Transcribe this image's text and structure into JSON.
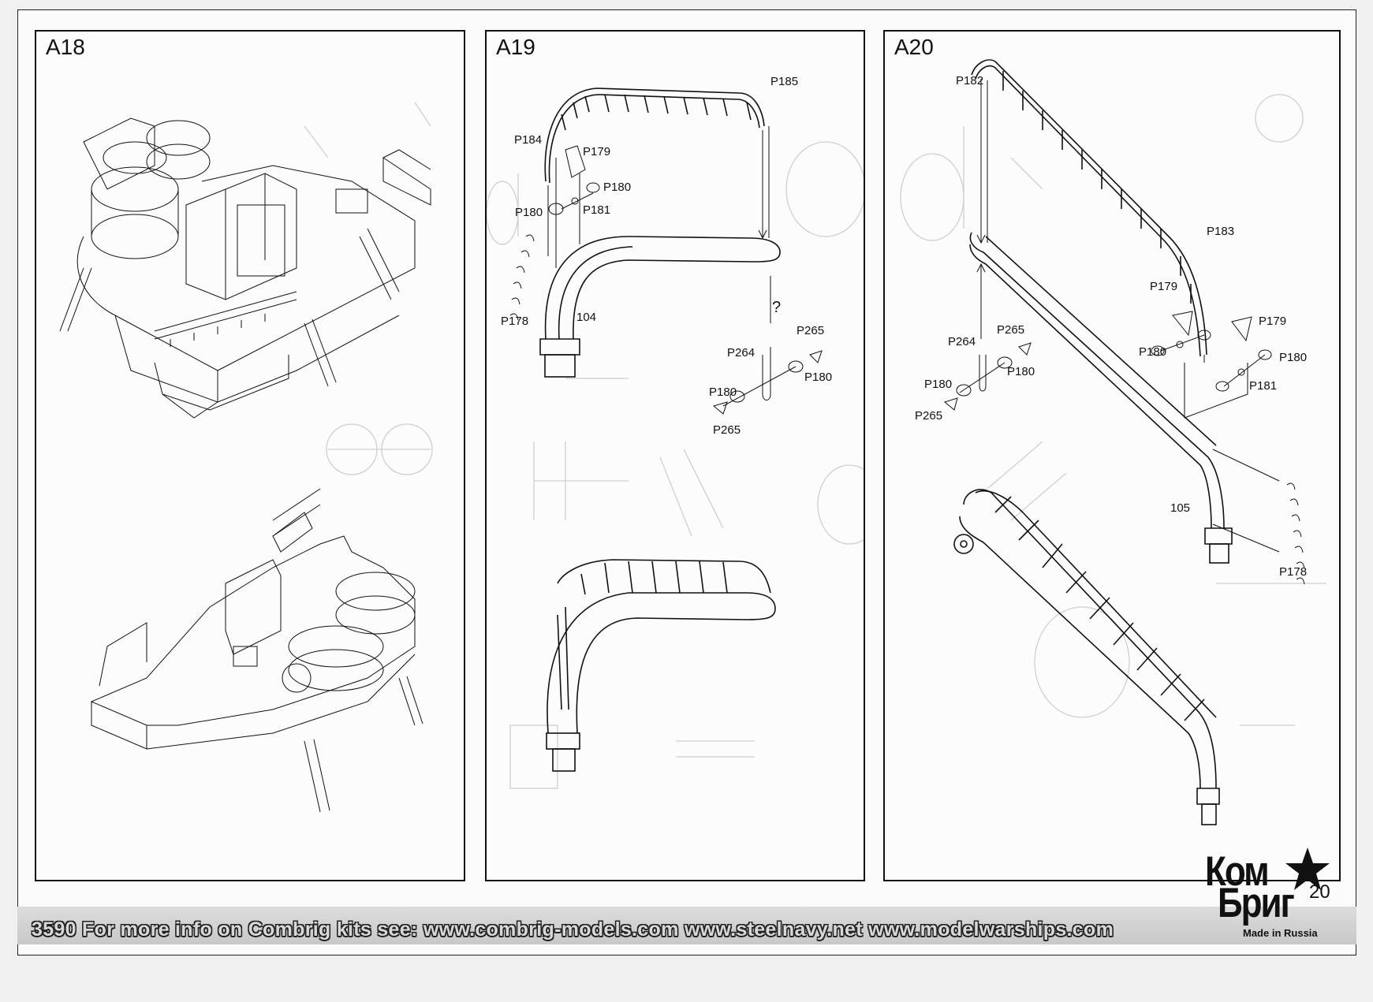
{
  "panels": [
    {
      "id": "A18",
      "title": "A18"
    },
    {
      "id": "A19",
      "title": "A19"
    },
    {
      "id": "A20",
      "title": "A20"
    }
  ],
  "a19_labels": {
    "p185": "P185",
    "p184": "P184",
    "p179": "P179",
    "p180a": "P180",
    "p180b": "P180",
    "p181": "P181",
    "p178": "P178",
    "n104": "104",
    "question": "?",
    "p264": "P264",
    "p265a": "P265",
    "p180c": "P180",
    "p180d": "P180",
    "p265b": "P265"
  },
  "a20_labels": {
    "p182": "P182",
    "p183": "P183",
    "p179a": "P179",
    "p179b": "P179",
    "p180a": "P180",
    "p180b": "P180",
    "p181": "P181",
    "p265a": "P265",
    "p264": "P264",
    "p180c": "P180",
    "p180d": "P180",
    "p265b": "P265",
    "n105": "105",
    "p178": "P178"
  },
  "footer": {
    "text": "3590  For more info on Combrig kits see: www.combrig-models.com www.steelnavy.net  www.modelwarships.com"
  },
  "brand": {
    "line1": "Ком",
    "line2": "Бриг",
    "made": "Made in Russia"
  },
  "page_number": "20"
}
